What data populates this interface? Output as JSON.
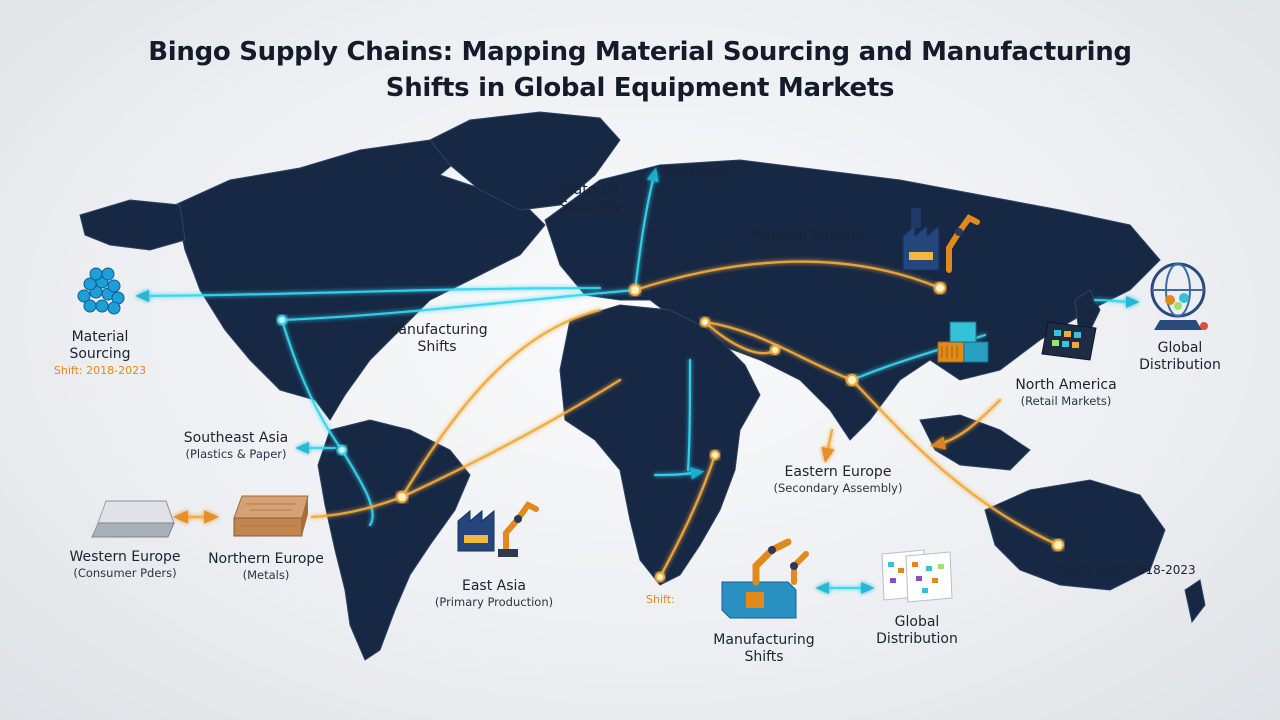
{
  "title_line1": "Bingo Supply Chains: Mapping Material Sourcing and Manufacturing",
  "title_line2": "Shifts in Global Equipment Markets",
  "labels": {
    "material_sourcing_left": "Material",
    "material_sourcing_left_2": "Sourcing",
    "shift_left": "Shift: 2018-2023",
    "material_sourcing_top": "Material",
    "material_sourcing_top_2": "Sourcing",
    "metslopca": "Metslopca",
    "material_surcing": "Material Surcing",
    "manufacturing_shifts_mid": "Manufacturing",
    "manufacturing_shifts_mid_2": "Shifts",
    "southeast_asia": "Southeast Asia",
    "southeast_asia_sub": "(Plastics & Paper)",
    "western_europe": "Western Europe",
    "western_europe_sub": "(Consumer Pders)",
    "northern_europe": "Northern Europe",
    "northern_europe_sub": "(Metals)",
    "east_asia": "East Asia",
    "east_asia_sub": "(Primary Production)",
    "shift_africa": "Shift:",
    "eastern_europe": "Eastern Europe",
    "eastern_europe_sub": "(Secondary Assembly)",
    "north_america": "North America",
    "north_america_sub": "(Retail Markets)",
    "global_distribution_right": "Global",
    "global_distribution_right_2": "Distribution",
    "shift_right": "Shift: Shift: 2018-2023",
    "manufacturing_shifts_bottom": "Manufacturing",
    "manufacturing_shifts_bottom_2": "Shifts",
    "global_distribution_bottom": "Global",
    "global_distribution_bottom_2": "Distribution"
  },
  "icons": [
    "plastic-pellets-icon",
    "metal-ingot-icon",
    "wood-plank-icon",
    "factory-robot-icon",
    "shipping-containers-icon",
    "bingo-tablet-icon",
    "bingo-cage-icon",
    "bingo-cards-icon"
  ],
  "colors": {
    "ocean": "#eef0f3",
    "land": "#172844",
    "route_cyan": "#35d6f0",
    "route_orange": "#f2a93a",
    "accent_orange": "#e0891c",
    "title": "#141c2b"
  }
}
